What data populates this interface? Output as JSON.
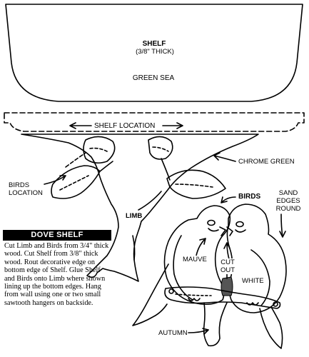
{
  "labels": {
    "shelf_title": "SHELF",
    "shelf_thickness": "(3/8\" THICK)",
    "shelf_color": "GREEN SEA",
    "shelf_location": "SHELF LOCATION",
    "chrome_green": "CHROME GREEN",
    "birds_location_line1": "BIRDS",
    "birds_location_line2": "LOCATION",
    "limb": "LIMB",
    "birds": "BIRDS",
    "sand_edges_line1": "SAND",
    "sand_edges_line2": "EDGES",
    "sand_edges_line3": "ROUND",
    "mauve": "MAUVE",
    "cut_out_line1": "CUT",
    "cut_out_line2": "OUT",
    "white": "WHITE",
    "autumn": "AUTUMN"
  },
  "instructions": {
    "title": "DOVE SHELF",
    "body": "Cut Limb and Birds from 3/4\" thick wood. Cut Shelf from 3/8\" thick wood. Rout decorative edge on bottom edge of Shelf. Glue Shelf and Birds onto Limb where shown lining up the bottom edges. Hang from wall using one or two small sawtooth hangers on backside."
  }
}
